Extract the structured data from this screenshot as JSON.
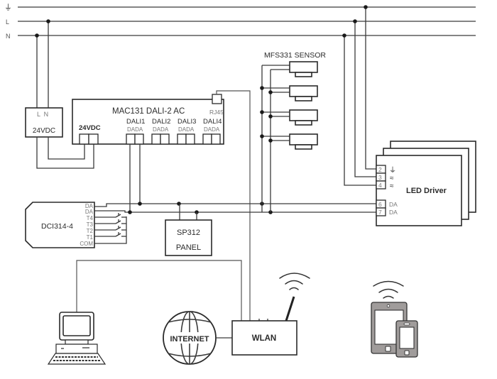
{
  "mains": {
    "earth_label": "⏚",
    "live_label": "L",
    "neutral_label": "N"
  },
  "psu": {
    "inputs": "L  N",
    "title": "24VDC"
  },
  "controller": {
    "title": "MAC131 DALI-2 AC",
    "rj45": "RJ45",
    "power": "24VDC",
    "dali_ports": [
      {
        "name": "DALI1",
        "pins": "DADA"
      },
      {
        "name": "DALI2",
        "pins": "DADA"
      },
      {
        "name": "DALI3",
        "pins": "DADA"
      },
      {
        "name": "DALI4",
        "pins": "DADA"
      }
    ]
  },
  "sensor": {
    "title": "MFS331 SENSOR",
    "count": 4
  },
  "led_driver": {
    "title": "LED Driver",
    "terminals": [
      {
        "num": "2",
        "label": "⏚"
      },
      {
        "num": "3",
        "label": "≈"
      },
      {
        "num": "4",
        "label": "≈"
      },
      {
        "num": "6",
        "label": "DA"
      },
      {
        "num": "7",
        "label": "DA"
      }
    ]
  },
  "dci": {
    "title": "DCI314-4",
    "pins": [
      "DA",
      "DA",
      "T4",
      "T3",
      "T2",
      "T1",
      "COM"
    ]
  },
  "panel": {
    "line1": "SP312",
    "line2": "PANEL"
  },
  "network": {
    "internet": "INTERNET",
    "wlan": "WLAN"
  },
  "icons": [
    "computer-icon",
    "globe-icon",
    "router-icon",
    "wifi-icon",
    "tablet-icon",
    "phone-icon"
  ]
}
